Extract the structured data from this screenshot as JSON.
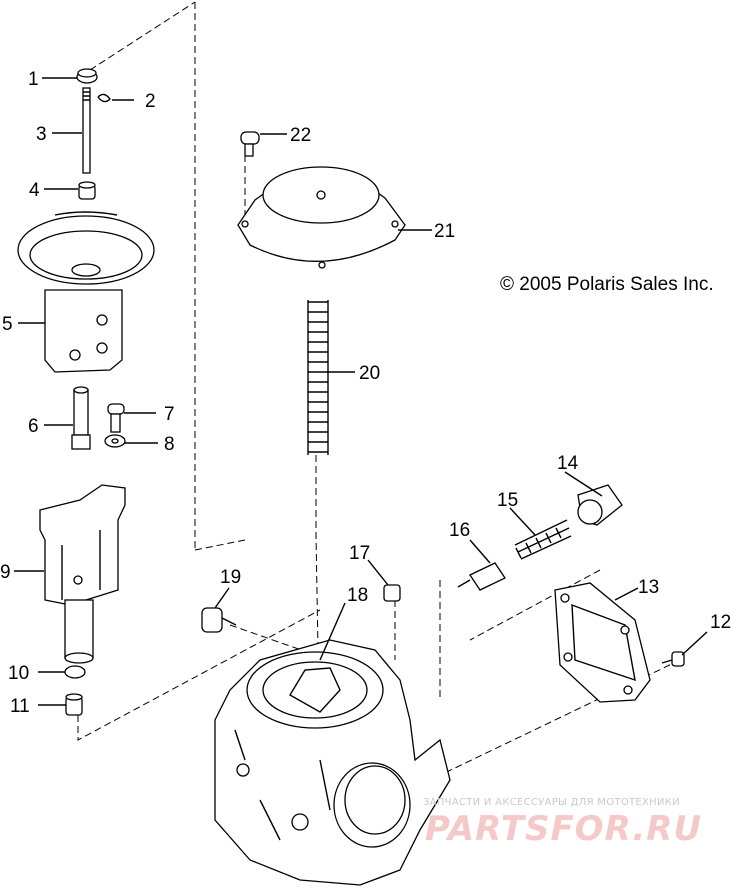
{
  "copyright": "© 2005 Polaris Sales Inc.",
  "callouts": {
    "p1": "1",
    "p2": "2",
    "p3": "3",
    "p4": "4",
    "p5": "5",
    "p6": "6",
    "p7": "7",
    "p8": "8",
    "p9": "9",
    "p10": "10",
    "p11": "11",
    "p12": "12",
    "p13": "13",
    "p14": "14",
    "p15": "15",
    "p16": "16",
    "p17": "17",
    "p18": "18",
    "p19": "19",
    "p20": "20",
    "p21": "21",
    "p22": "22"
  },
  "watermark": {
    "small": "ЗАПЧАСТИ И АКСЕССУАРЫ ДЛЯ МОТОТЕХНИКИ",
    "big": "PARTSFOR.RU"
  }
}
